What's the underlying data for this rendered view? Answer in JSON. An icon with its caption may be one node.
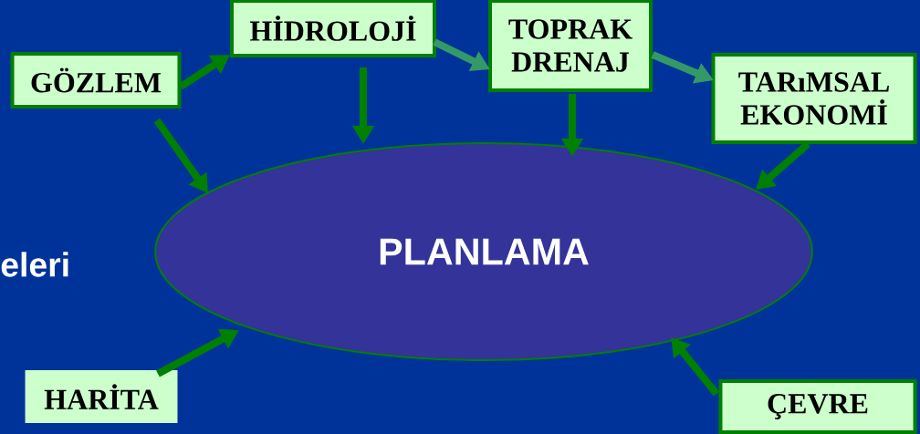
{
  "diagram": {
    "nodes": [
      {
        "text": [
          "GÖZLEM"
        ]
      },
      {
        "text": [
          "HİDROLOJİ"
        ]
      },
      {
        "text": [
          "TOPRAK DRENAJ"
        ]
      },
      {
        "text": [
          "TARıMSAL EKONOMİ"
        ]
      },
      {
        "text": [
          "PLANLAMA"
        ]
      },
      {
        "text": [
          "HARİTA"
        ]
      },
      {
        "text": [
          "ÇEVRE"
        ]
      }
    ],
    "edges": [
      {
        "from": 0,
        "to": 1,
        "arrow": "to"
      },
      {
        "from": 1,
        "to": 2,
        "arrow": "to",
        "color": "#339966"
      },
      {
        "from": 2,
        "to": 3,
        "arrow": "to",
        "color": "#339966"
      },
      {
        "from": 0,
        "to": 4,
        "arrow": "to"
      },
      {
        "from": 1,
        "to": 4,
        "arrow": "to"
      },
      {
        "from": 2,
        "to": 4,
        "arrow": "to"
      },
      {
        "from": 3,
        "to": 4,
        "arrow": "to"
      },
      {
        "from": 5,
        "to": 4,
        "arrow": "to"
      },
      {
        "from": 6,
        "to": 4,
        "arrow": "to"
      }
    ],
    "labels": [
      "eleri"
    ]
  }
}
